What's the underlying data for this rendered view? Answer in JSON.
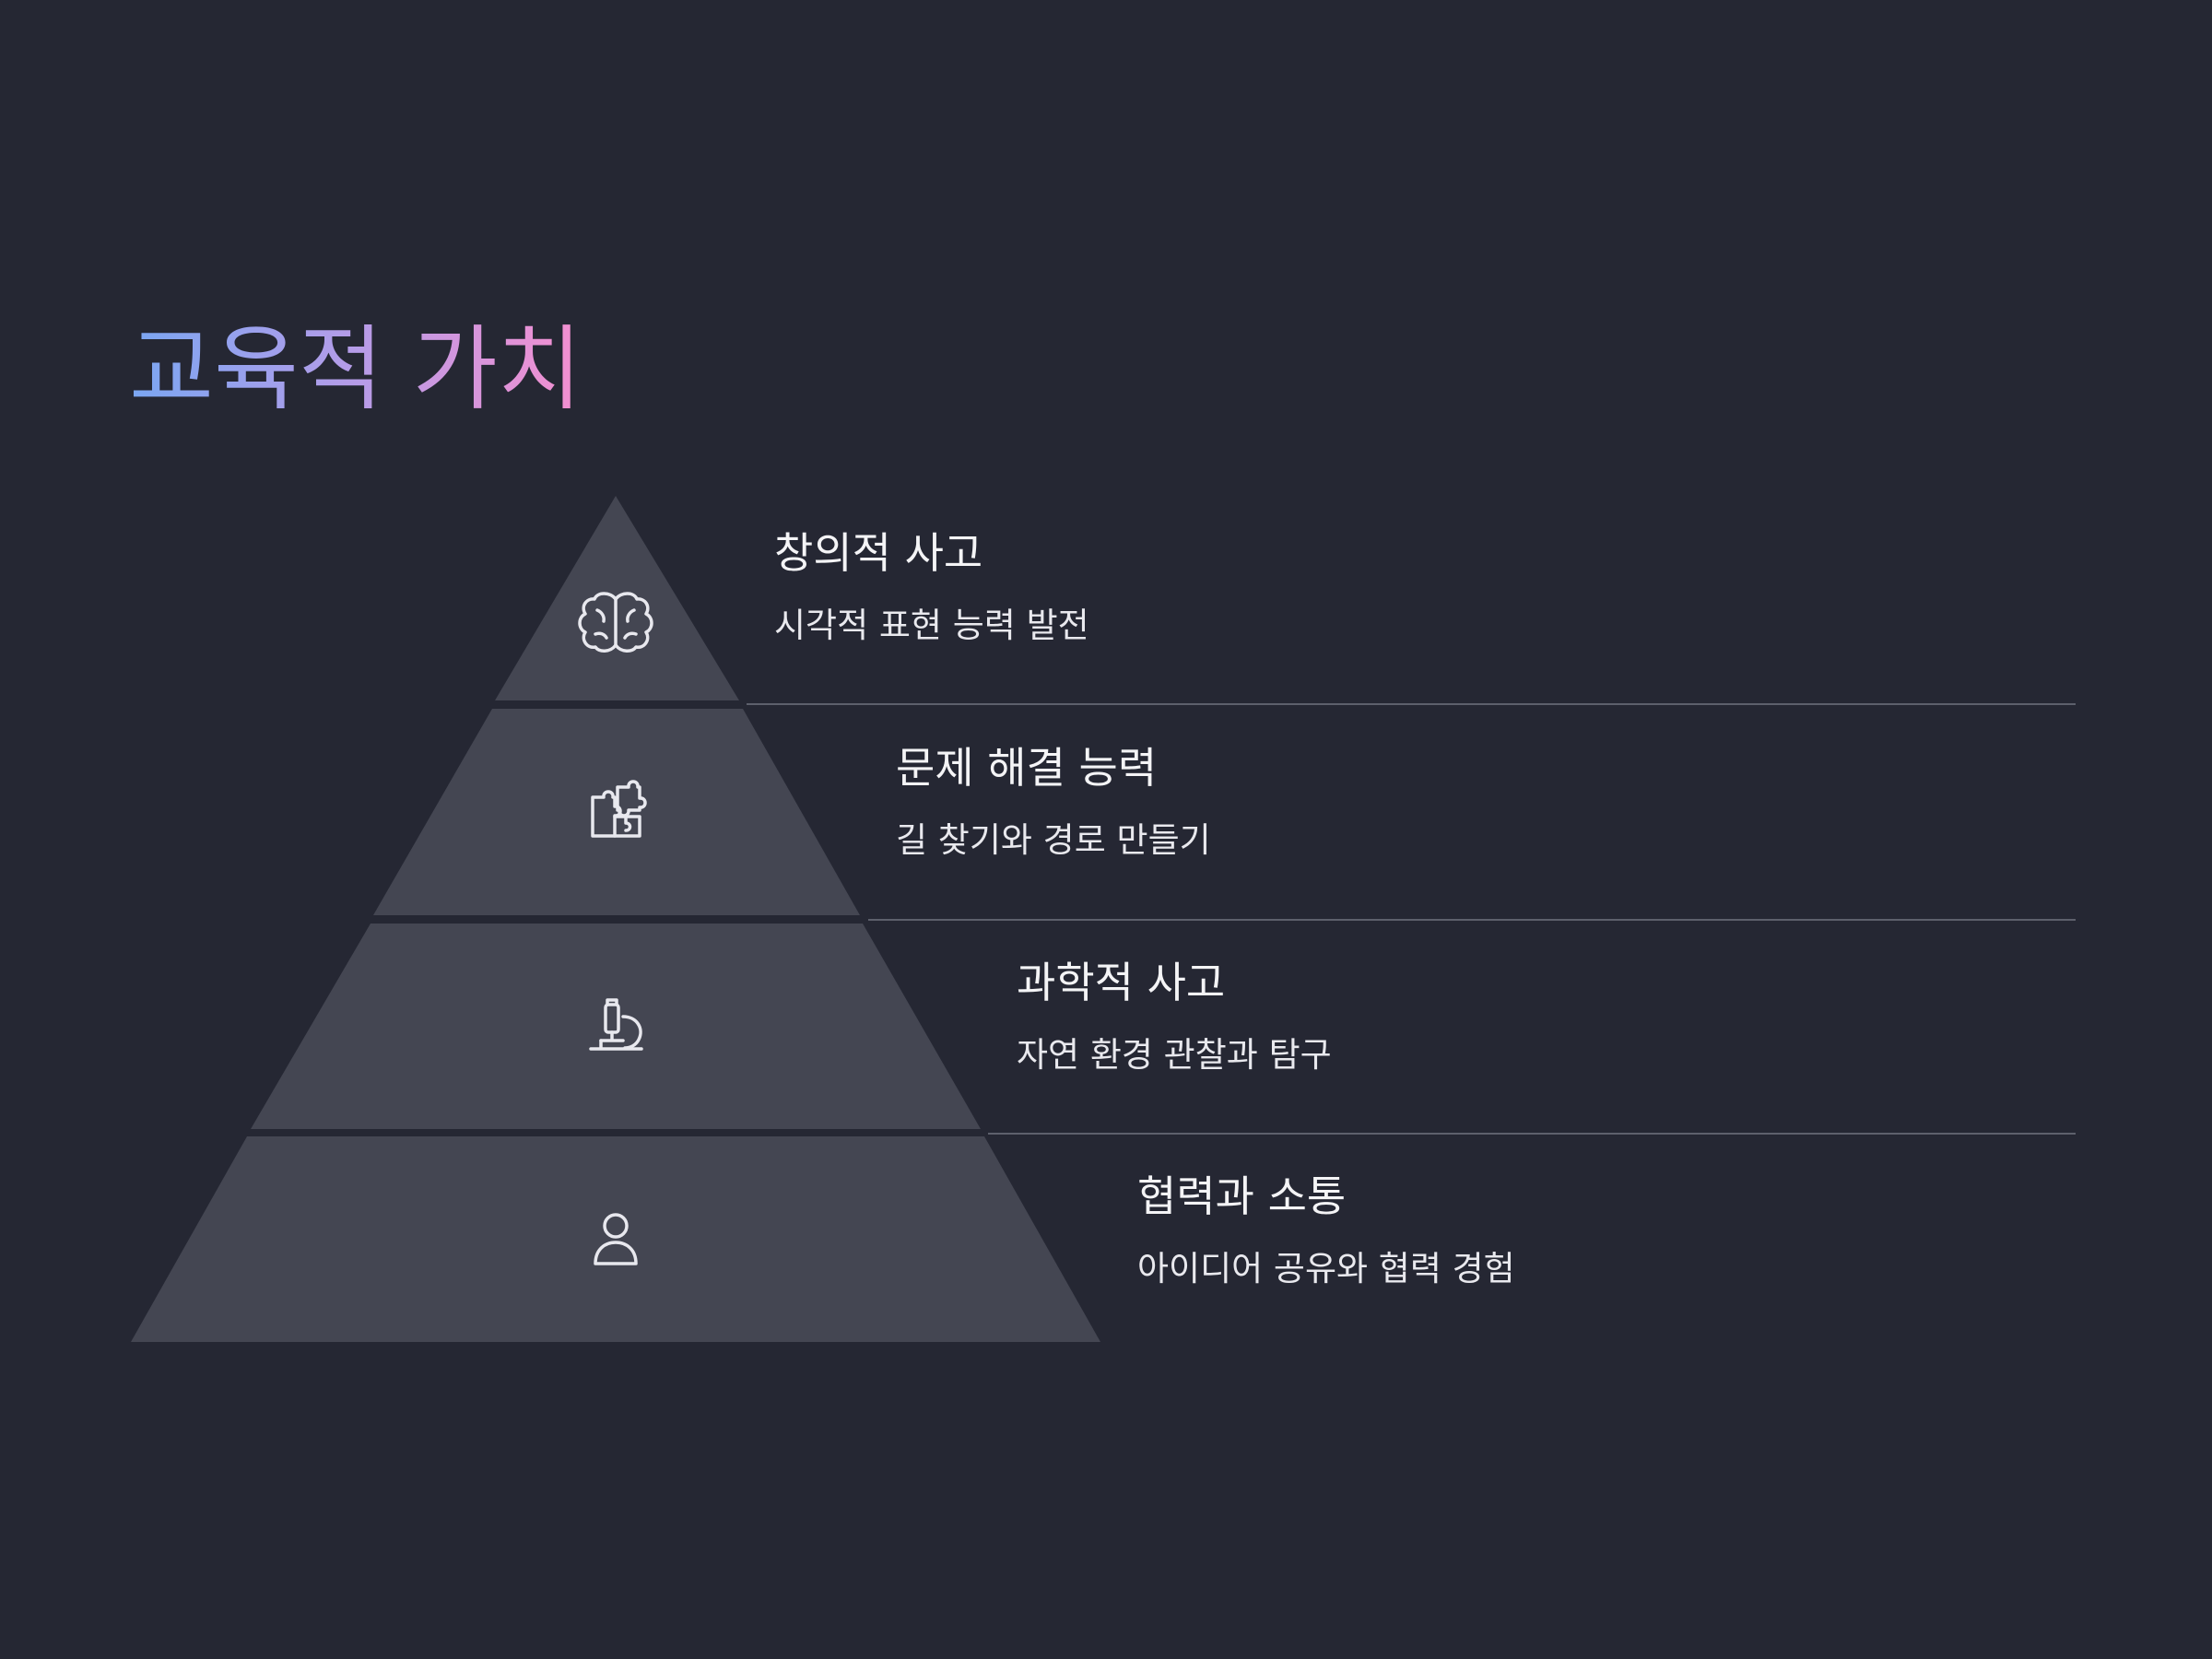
{
  "title": "교육적 가치",
  "colors": {
    "background": "#252733",
    "layer_fill": "#444652",
    "divider": "#5d606c",
    "icon_stroke": "#e8e8ee",
    "title_gradient": [
      "#7aa6f2",
      "#b69ce8",
      "#f58fd0"
    ]
  },
  "layers": [
    {
      "heading": "창의적 사고",
      "description": "시각적 표현 능력 발전",
      "icon": "brain-icon"
    },
    {
      "heading": "문제 해결 능력",
      "description": "길 찾기와 경로 만들기",
      "icon": "puzzle-icon"
    },
    {
      "heading": "과학적 사고",
      "description": "자연 환경 관찰과 탐구",
      "icon": "microscope-icon"
    },
    {
      "heading": "협력과 소통",
      "description": "아이디어 공유와 협력 경험",
      "icon": "user-icon"
    }
  ]
}
